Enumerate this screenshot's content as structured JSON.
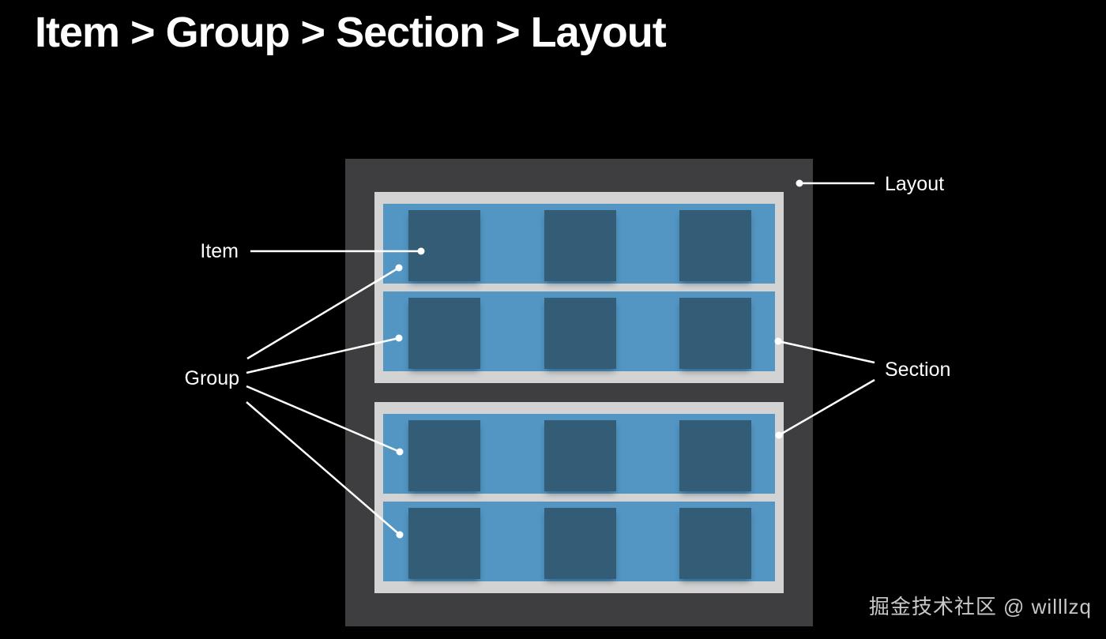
{
  "title": "Item > Group > Section > Layout",
  "watermark": "掘金技术社区 @ willlzq",
  "diagram": {
    "layout_label": "Layout",
    "section_label": "Section",
    "group_label": "Group",
    "item_label": "Item",
    "sections_count": 2,
    "groups_per_section": 2,
    "items_per_group": 3
  },
  "colors": {
    "background": "#000000",
    "layout_bg": "#3e3e40",
    "section_bg": "#d3d3d3",
    "group_bg": "#5396c4",
    "item_bg": "#335d76",
    "callout": "#ffffff",
    "watermark": "#c8c8c8"
  }
}
